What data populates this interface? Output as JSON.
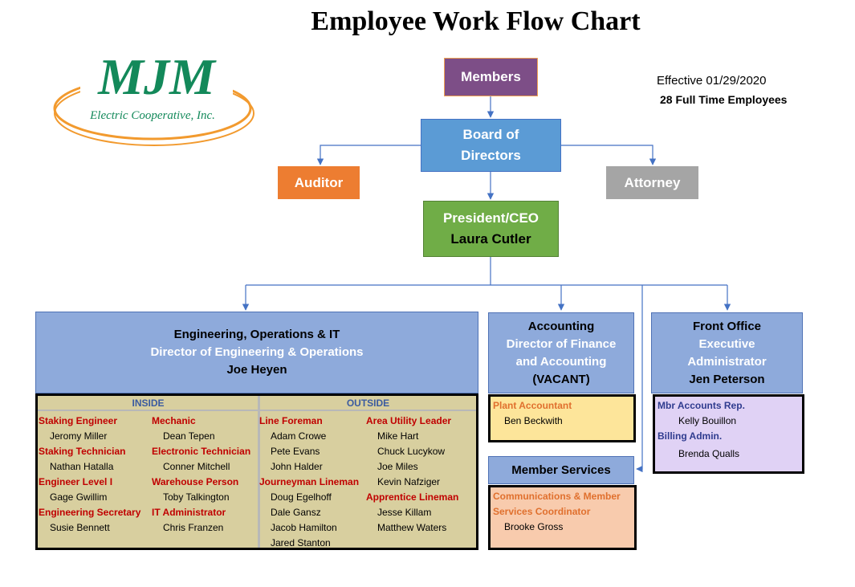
{
  "title": "Employee Work Flow Chart",
  "logo": {
    "name": "MJM",
    "subtitle": "Electric Cooperative, Inc."
  },
  "effective": "Effective 01/29/2020",
  "employees": "28  Full Time Employees",
  "colors": {
    "members": "#7d4e87",
    "board": "#5b9bd5",
    "auditor": "#ed7d31",
    "attorney": "#a5a5a5",
    "president": "#70ad47",
    "dept": "#8eaadb",
    "line": "#4472c4"
  },
  "members": "Members",
  "board": [
    "Board of",
    "Directors"
  ],
  "auditor": "Auditor",
  "attorney": "Attorney",
  "president": {
    "title": "President/CEO",
    "name": "Laura Cutler"
  },
  "engineering": {
    "dept": "Engineering, Operations & IT",
    "title": "Director of Engineering & Operations",
    "name": "Joe Heyen",
    "inside_label": "INSIDE",
    "outside_label": "OUTSIDE",
    "inside_col1": [
      {
        "role": "Staking Engineer",
        "names": [
          "Jeromy Miller"
        ]
      },
      {
        "role": "Staking Technician",
        "names": [
          "Nathan Hatalla"
        ]
      },
      {
        "role": "Engineer Level I",
        "names": [
          "Gage Gwillim"
        ]
      },
      {
        "role": "Engineering Secretary",
        "names": [
          "Susie Bennett"
        ]
      }
    ],
    "inside_col2": [
      {
        "role": "Mechanic",
        "names": [
          "Dean Tepen"
        ]
      },
      {
        "role": "Electronic Technician",
        "names": [
          "Conner Mitchell"
        ]
      },
      {
        "role": "Warehouse Person",
        "names": [
          "Toby Talkington"
        ]
      },
      {
        "role": "IT Administrator",
        "names": [
          "Chris Franzen"
        ]
      }
    ],
    "outside_col1": [
      {
        "role": "Line Foreman",
        "names": [
          "Adam Crowe",
          "Pete Evans",
          "John Halder"
        ]
      },
      {
        "role": "Journeyman Lineman",
        "names": [
          "Doug Egelhoff",
          "Dale Gansz",
          "Jacob Hamilton",
          "Jared Stanton"
        ]
      }
    ],
    "outside_col2": [
      {
        "role": "Area Utility Leader",
        "names": [
          "Mike Hart",
          "Chuck Lucykow",
          "Joe Miles",
          "Kevin Nafziger"
        ]
      },
      {
        "role": "Apprentice Lineman",
        "names": [
          "Jesse Killam",
          "Matthew Waters"
        ]
      }
    ]
  },
  "accounting": {
    "dept": "Accounting",
    "title1": "Director of Finance",
    "title2": "and Accounting",
    "name": "(VACANT)",
    "role": "Plant Accountant",
    "staff": "Ben Beckwith"
  },
  "member_services": {
    "dept": "Member Services",
    "role1": "Communications & Member",
    "role2": "Services Coordinator",
    "staff": "Brooke Gross"
  },
  "front_office": {
    "dept": "Front Office",
    "title1": "Executive",
    "title2": "Administrator",
    "name": "Jen Peterson",
    "role1": "Mbr Accounts Rep.",
    "staff1": "Kelly Bouillon",
    "role2": "Billing Admin.",
    "staff2": "Brenda Qualls"
  }
}
